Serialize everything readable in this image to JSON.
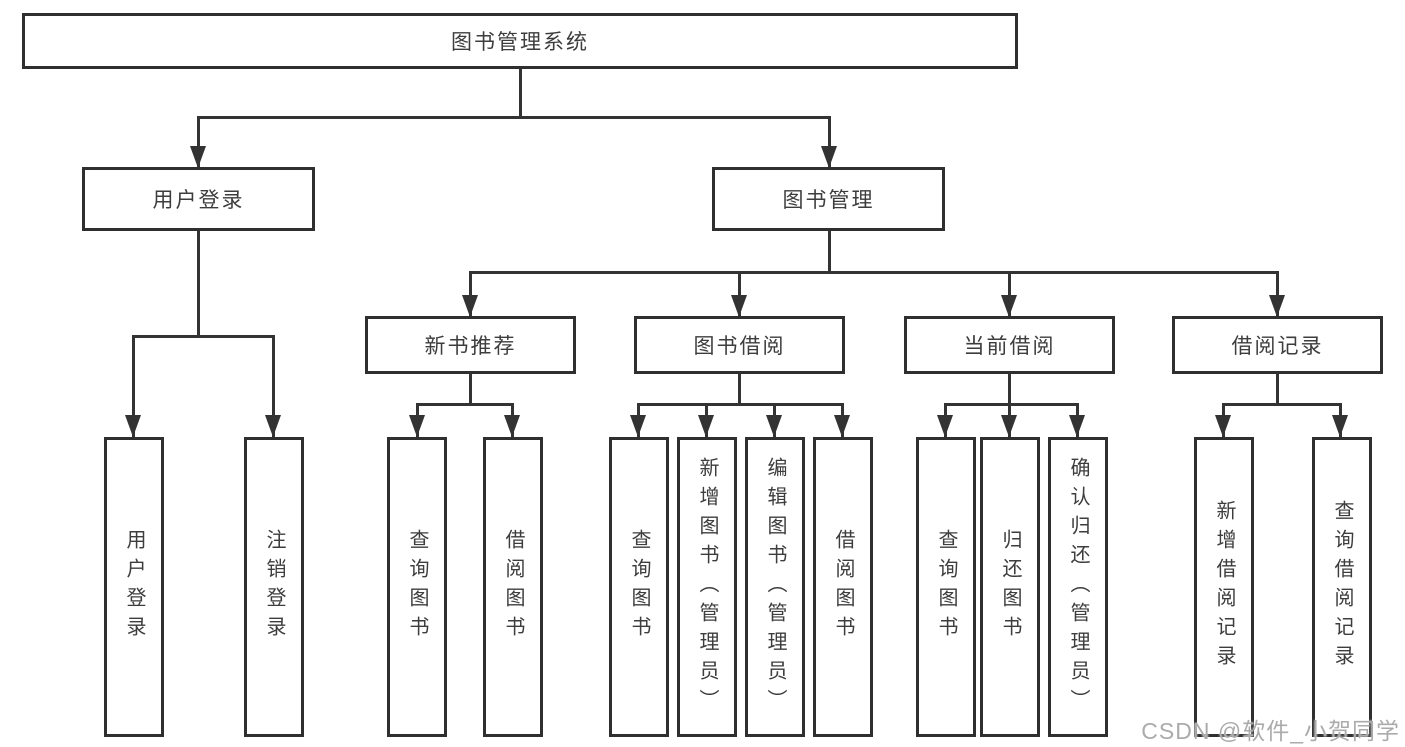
{
  "diagram": {
    "title": "图书管理系统",
    "type": "tree-structure-chart",
    "colors": {
      "line": "#333333",
      "border": "#2f2f2f",
      "text": "#3d3d3d",
      "background": "#ffffff",
      "watermark": "#ababab"
    },
    "nodes": {
      "root": {
        "label": "图书管理系统"
      },
      "user_login": {
        "label": "用户登录"
      },
      "book_management": {
        "label": "图书管理"
      },
      "new_book_recommend": {
        "label": "新书推荐"
      },
      "book_borrow": {
        "label": "图书借阅"
      },
      "current_borrow": {
        "label": "当前借阅"
      },
      "borrow_records": {
        "label": "借阅记录"
      },
      "leaf_user_login": {
        "label": "用户登录"
      },
      "leaf_logout": {
        "label": "注销登录"
      },
      "leaf_query_book_1": {
        "label": "查询图书"
      },
      "leaf_borrow_book_1": {
        "label": "借阅图书"
      },
      "leaf_query_book_2": {
        "label": "查询图书"
      },
      "leaf_add_book": {
        "label": "新增图书（管理员）"
      },
      "leaf_edit_book": {
        "label": "编辑图书（管理员）"
      },
      "leaf_borrow_book_2": {
        "label": "借阅图书"
      },
      "leaf_query_book_3": {
        "label": "查询图书"
      },
      "leaf_return_book": {
        "label": "归还图书"
      },
      "leaf_confirm_return": {
        "label": "确认归还（管理员）"
      },
      "leaf_add_record": {
        "label": "新增借阅记录"
      },
      "leaf_query_record": {
        "label": "查询借阅记录"
      }
    },
    "edges": [
      "图书管理系统→用户登录",
      "图书管理系统→图书管理",
      "用户登录→用户登录(叶)",
      "用户登录→注销登录",
      "图书管理→新书推荐",
      "图书管理→图书借阅",
      "图书管理→当前借阅",
      "图书管理→借阅记录",
      "新书推荐→查询图书",
      "新书推荐→借阅图书",
      "图书借阅→查询图书",
      "图书借阅→新增图书（管理员）",
      "图书借阅→编辑图书（管理员）",
      "图书借阅→借阅图书",
      "当前借阅→查询图书",
      "当前借阅→归还图书",
      "当前借阅→确认归还（管理员）",
      "借阅记录→新增借阅记录",
      "借阅记录→查询借阅记录"
    ],
    "watermark": {
      "text": "CSDN @软件_小贺同学"
    }
  }
}
